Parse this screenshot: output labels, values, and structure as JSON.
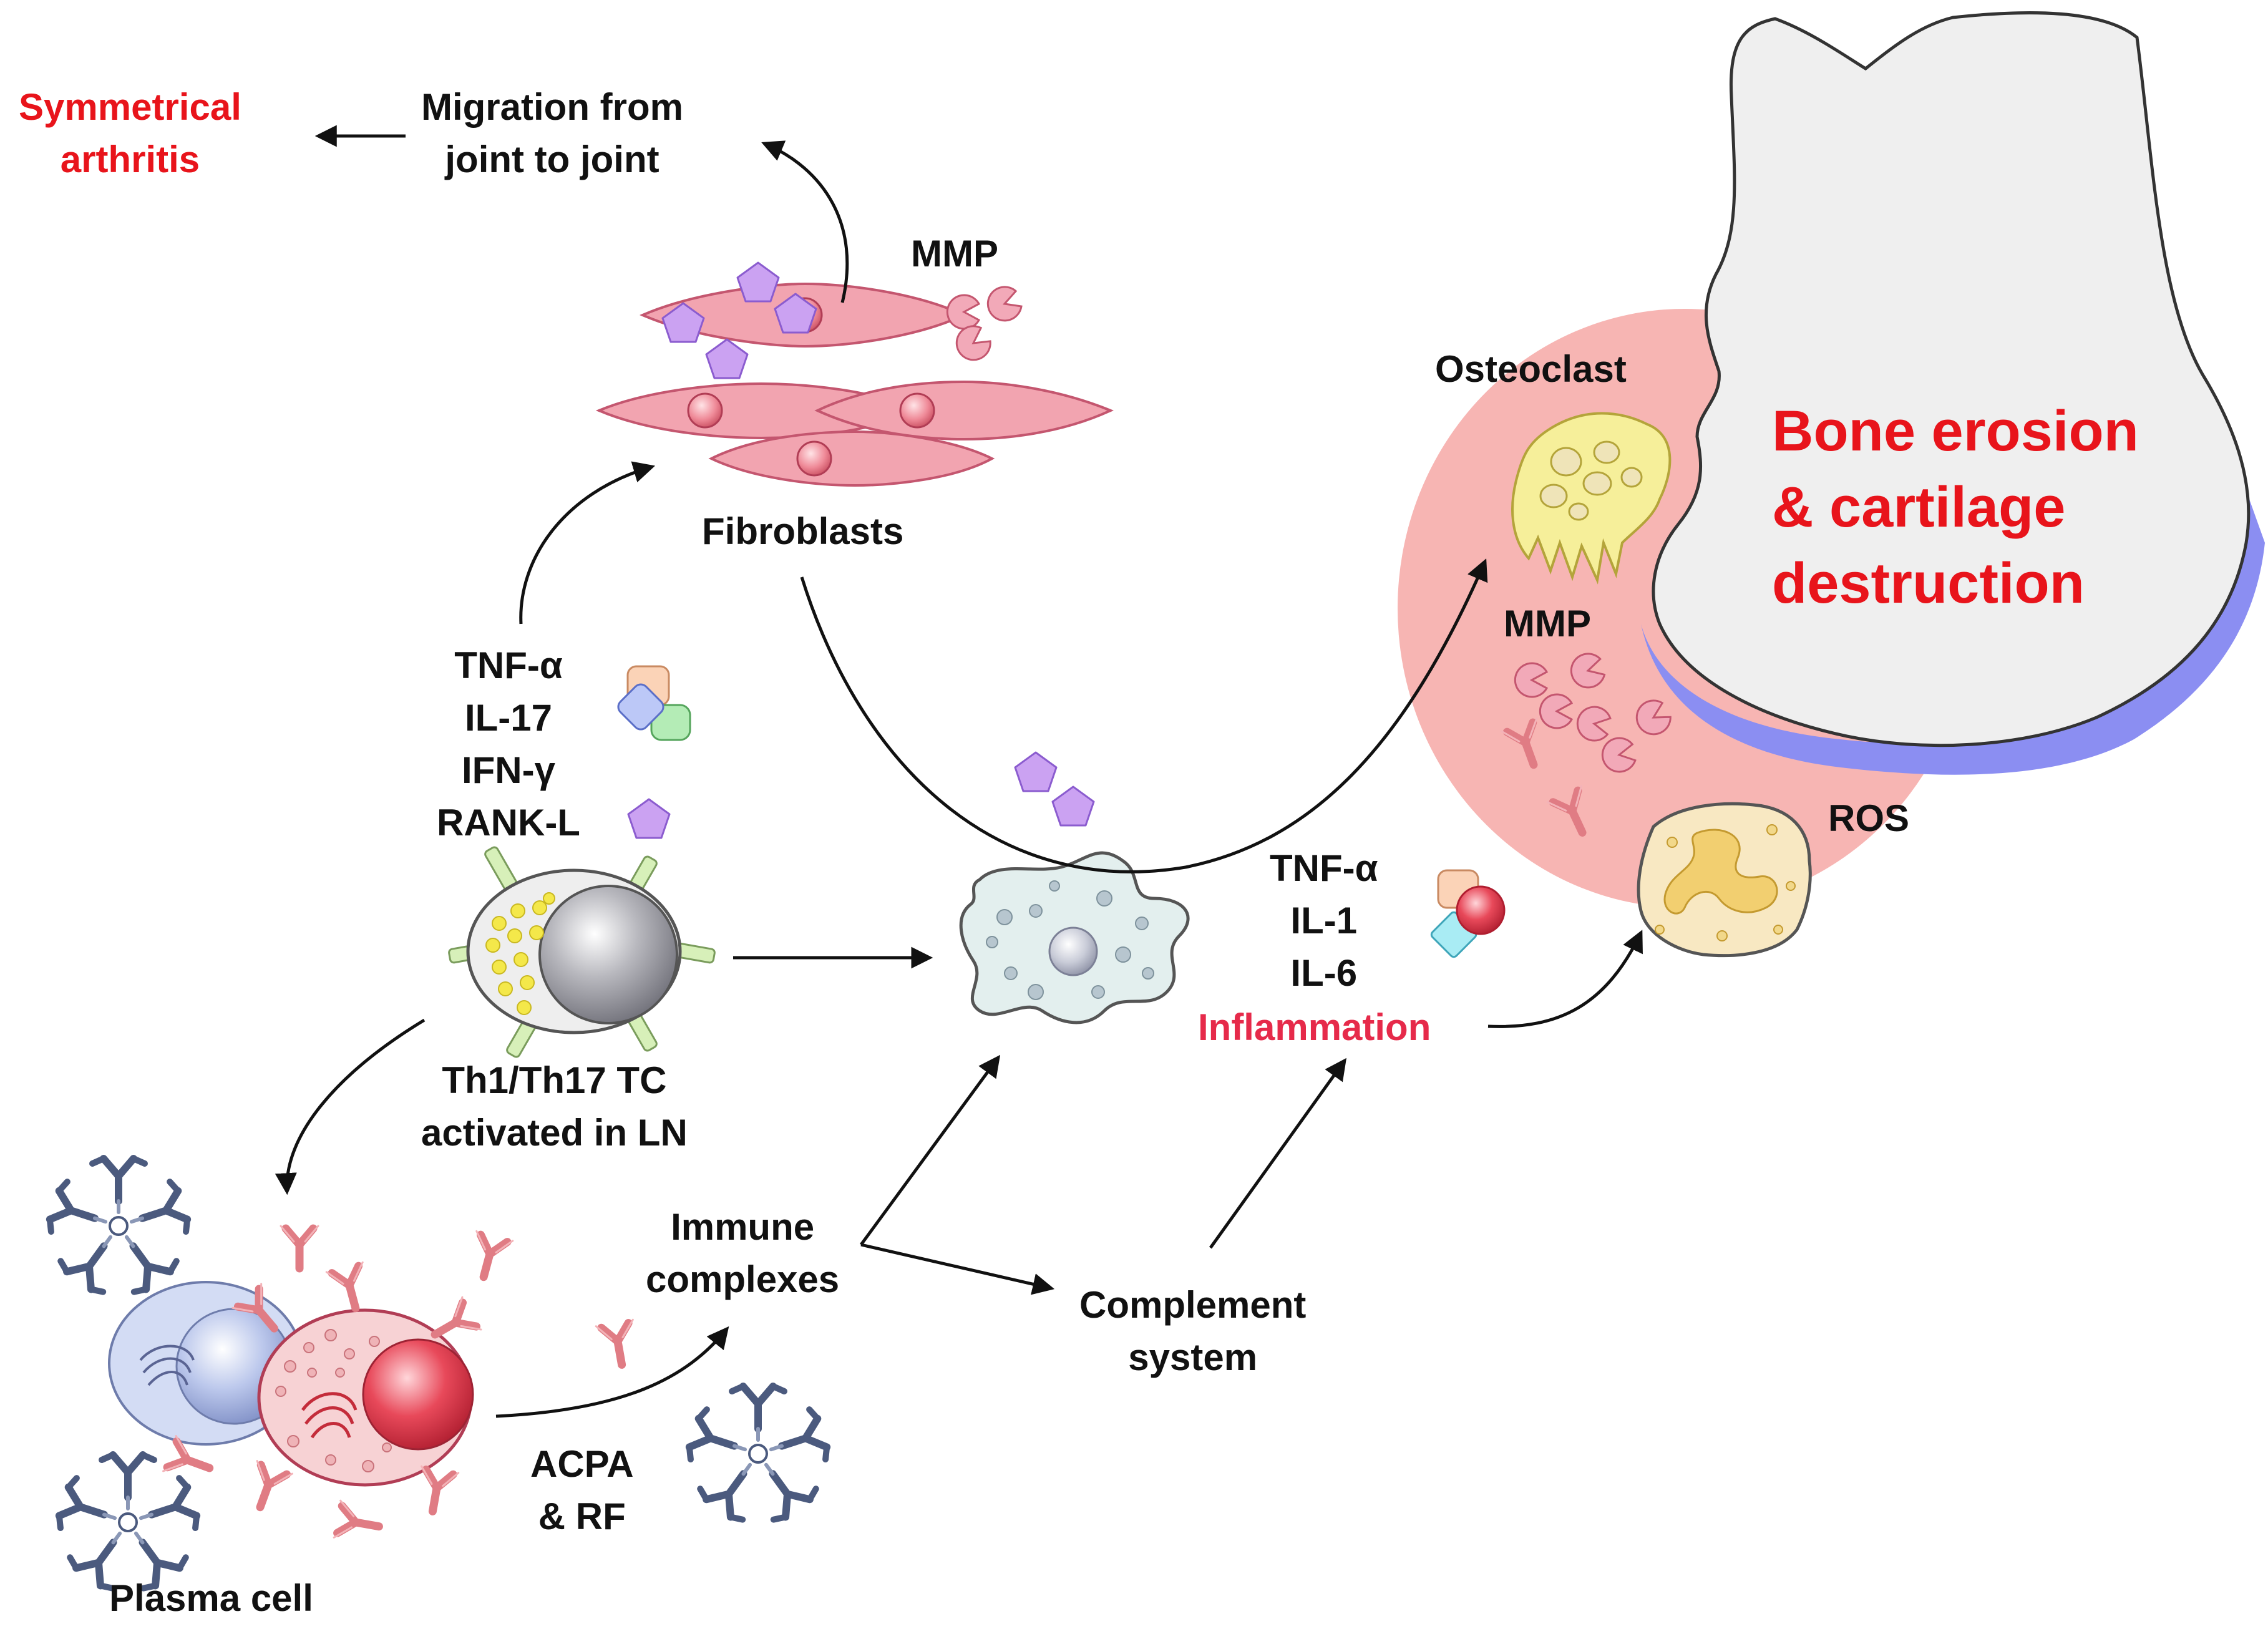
{
  "labels": {
    "symmetrical_arthritis": [
      "Symmetrical",
      "arthritis"
    ],
    "migration": [
      "Migration from",
      "joint to joint"
    ],
    "mmp_top": "MMP",
    "fibroblasts": "Fibroblasts",
    "cytokines_tc": [
      "TNF-α",
      "IL-17",
      "IFN-γ",
      "RANK-L"
    ],
    "th_cells": [
      "Th1/Th17 TC",
      "activated in LN"
    ],
    "plasma_cell": "Plasma cell",
    "acpa_rf": [
      "ACPA",
      "& RF"
    ],
    "immune_complexes": [
      "Immune",
      "complexes"
    ],
    "complement": [
      "Complement",
      "system"
    ],
    "cytokines_inflam": [
      "TNF-α",
      "IL-1",
      "IL-6"
    ],
    "inflammation": "Inflammation",
    "osteoclast": "Osteoclast",
    "mmp_joint": "MMP",
    "ros": "ROS",
    "bone_erosion": [
      "Bone erosion",
      "& cartilage",
      "destruction"
    ]
  },
  "colors": {
    "red_text": "#e8141b",
    "inflammation_text": "#e62a4a",
    "synovium": "#f7b5b3",
    "bone": "#f0f0f0",
    "cartilage": "#8b8ef2",
    "fibroblast": "#f2a4b0",
    "rankl": "#c79bf0",
    "macrophage": "#e3efee",
    "osteoclast": "#f6ef9a",
    "antibody_navy": "#4b5a7e",
    "antibody_red": "#e07c84"
  }
}
